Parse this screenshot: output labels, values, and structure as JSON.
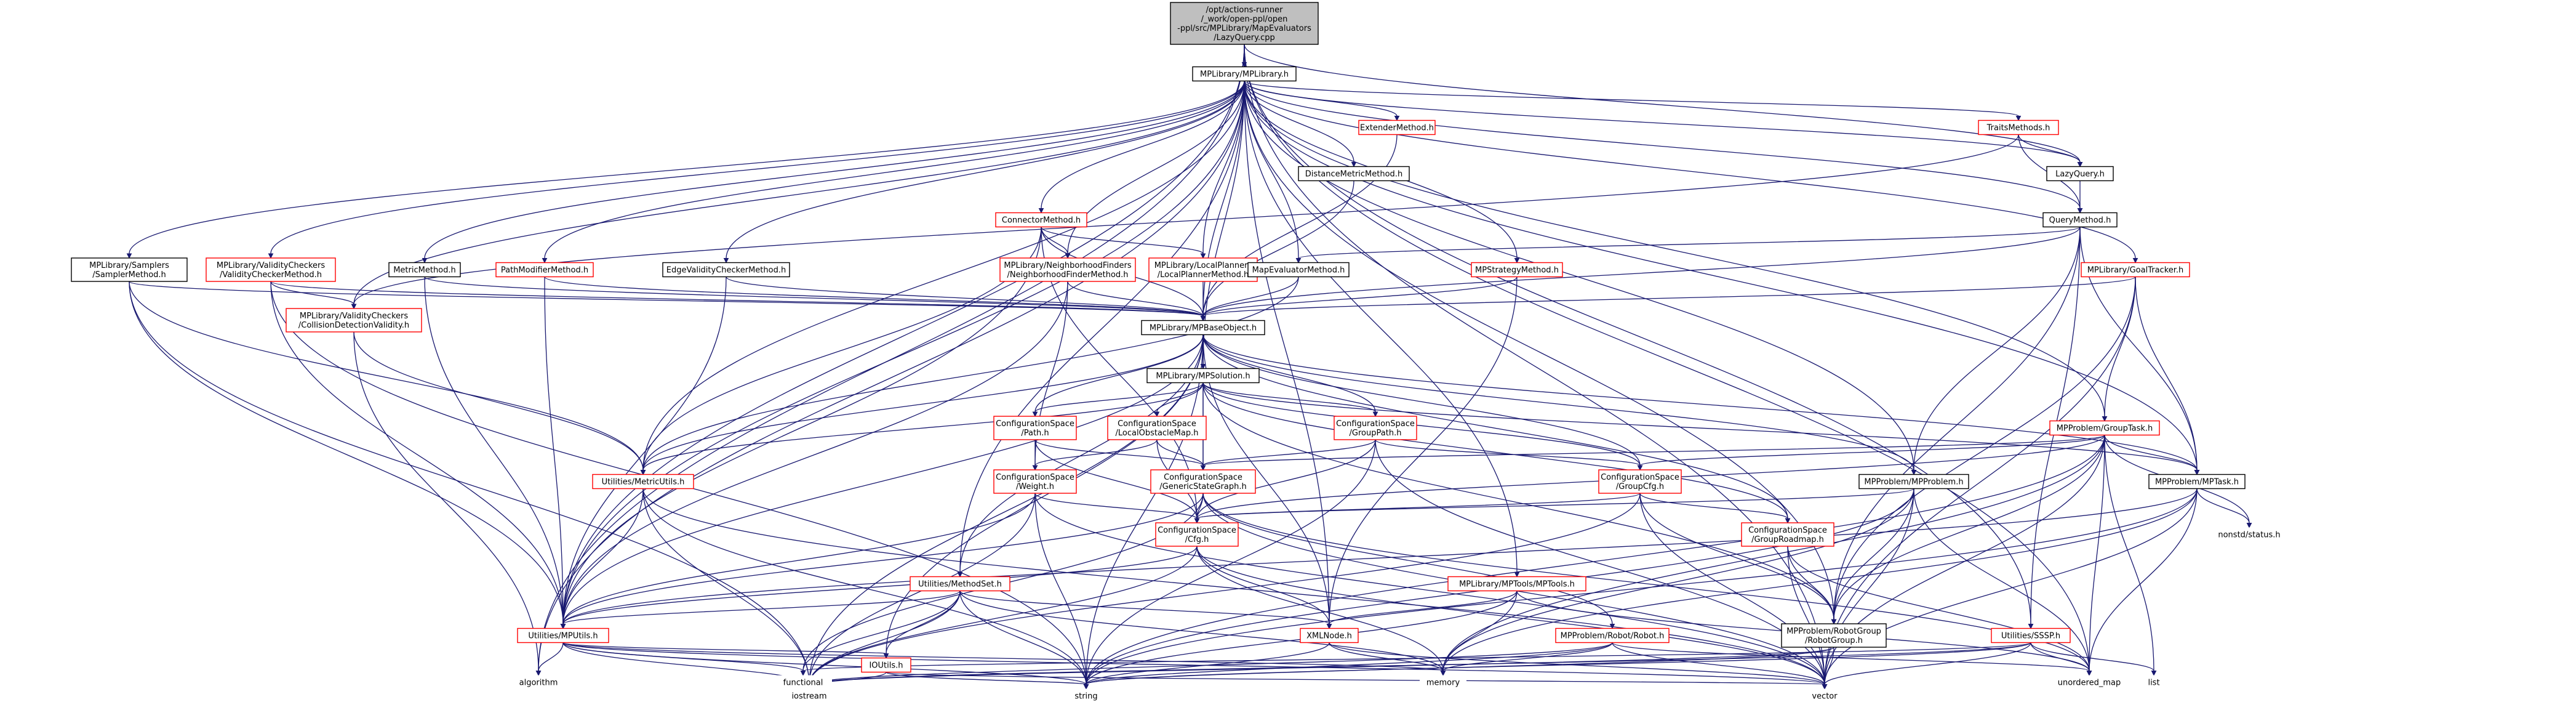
{
  "colors": {
    "edge": "#191970",
    "box_linked": "#000000",
    "box_missing": "#ff0000",
    "root_fill": "#bfbfbf",
    "background": "#ffffff"
  },
  "nodes": [
    {
      "id": "root",
      "style": "root",
      "lines": [
        "/opt/actions-runner",
        "/_work/open-ppl/open",
        "-ppl/src/MPLibrary/MapEvaluators",
        "/LazyQuery.cpp"
      ]
    },
    {
      "id": "mplibrary",
      "style": "black",
      "lines": [
        "MPLibrary/MPLibrary.h"
      ]
    },
    {
      "id": "extender",
      "style": "red",
      "lines": [
        "ExtenderMethod.h"
      ]
    },
    {
      "id": "traits",
      "style": "red",
      "lines": [
        "TraitsMethods.h"
      ]
    },
    {
      "id": "distmetric",
      "style": "black",
      "lines": [
        "DistanceMetricMethod.h"
      ]
    },
    {
      "id": "lazyquery",
      "style": "black",
      "lines": [
        "LazyQuery.h"
      ]
    },
    {
      "id": "connector",
      "style": "red",
      "lines": [
        "ConnectorMethod.h"
      ]
    },
    {
      "id": "querymethod",
      "style": "black",
      "lines": [
        "QueryMethod.h"
      ]
    },
    {
      "id": "samplers",
      "style": "black",
      "lines": [
        "MPLibrary/Samplers",
        "/SamplerMethod.h"
      ]
    },
    {
      "id": "valcheckers",
      "style": "red",
      "lines": [
        "MPLibrary/ValidityCheckers",
        "/ValidityCheckerMethod.h"
      ]
    },
    {
      "id": "metricmethod",
      "style": "black",
      "lines": [
        "MetricMethod.h"
      ]
    },
    {
      "id": "pathmodifier",
      "style": "red",
      "lines": [
        "PathModifierMethod.h"
      ]
    },
    {
      "id": "edgevalidity",
      "style": "black",
      "lines": [
        "EdgeValidityCheckerMethod.h"
      ]
    },
    {
      "id": "nfinders",
      "style": "red",
      "lines": [
        "MPLibrary/NeighborhoodFinders",
        "/NeighborhoodFinderMethod.h"
      ]
    },
    {
      "id": "localplanners",
      "style": "red",
      "lines": [
        "MPLibrary/LocalPlanners",
        "/LocalPlannerMethod.h"
      ]
    },
    {
      "id": "mapevaluator",
      "style": "black",
      "lines": [
        "MapEvaluatorMethod.h"
      ]
    },
    {
      "id": "mpstrategy",
      "style": "red",
      "lines": [
        "MPStrategyMethod.h"
      ]
    },
    {
      "id": "goaltracker",
      "style": "red",
      "lines": [
        "MPLibrary/GoalTracker.h"
      ]
    },
    {
      "id": "collision",
      "style": "red",
      "lines": [
        "MPLibrary/ValidityCheckers",
        "/CollisionDetectionValidity.h"
      ]
    },
    {
      "id": "mpbase",
      "style": "black",
      "lines": [
        "MPLibrary/MPBaseObject.h"
      ]
    },
    {
      "id": "mpsolution",
      "style": "black",
      "lines": [
        "MPLibrary/MPSolution.h"
      ]
    },
    {
      "id": "cspath",
      "style": "red",
      "lines": [
        "ConfigurationSpace",
        "/Path.h"
      ]
    },
    {
      "id": "cslocalobs",
      "style": "red",
      "lines": [
        "ConfigurationSpace",
        "/LocalObstacleMap.h"
      ]
    },
    {
      "id": "csgrouppath",
      "style": "red",
      "lines": [
        "ConfigurationSpace",
        "/GroupPath.h"
      ]
    },
    {
      "id": "grouptask",
      "style": "red",
      "lines": [
        "MPProblem/GroupTask.h"
      ]
    },
    {
      "id": "metricutils",
      "style": "red",
      "lines": [
        "Utilities/MetricUtils.h"
      ]
    },
    {
      "id": "csweight",
      "style": "red",
      "lines": [
        "ConfigurationSpace",
        "/Weight.h"
      ]
    },
    {
      "id": "csgeneric",
      "style": "red",
      "lines": [
        "ConfigurationSpace",
        "/GenericStateGraph.h"
      ]
    },
    {
      "id": "csgroupcfg",
      "style": "red",
      "lines": [
        "ConfigurationSpace",
        "/GroupCfg.h"
      ]
    },
    {
      "id": "mpproblem",
      "style": "black",
      "lines": [
        "MPProblem/MPProblem.h"
      ]
    },
    {
      "id": "mptask",
      "style": "black",
      "lines": [
        "MPProblem/MPTask.h"
      ]
    },
    {
      "id": "nonstd",
      "style": "none",
      "lines": [
        "nonstd/status.h"
      ]
    },
    {
      "id": "csgrouproadmap",
      "style": "red",
      "lines": [
        "ConfigurationSpace",
        "/GroupRoadmap.h"
      ]
    },
    {
      "id": "methodset",
      "style": "red",
      "lines": [
        "Utilities/MethodSet.h"
      ]
    },
    {
      "id": "cscfg",
      "style": "red",
      "lines": [
        "ConfigurationSpace",
        "/Cfg.h"
      ]
    },
    {
      "id": "mptools",
      "style": "red",
      "lines": [
        "MPLibrary/MPTools/MPTools.h"
      ]
    },
    {
      "id": "mputils",
      "style": "red",
      "lines": [
        "Utilities/MPUtils.h"
      ]
    },
    {
      "id": "xmlnode",
      "style": "red",
      "lines": [
        "XMLNode.h"
      ]
    },
    {
      "id": "robot",
      "style": "red",
      "lines": [
        "MPProblem/Robot/Robot.h"
      ]
    },
    {
      "id": "robotgroup",
      "style": "black",
      "lines": [
        "MPProblem/RobotGroup",
        "/RobotGroup.h"
      ]
    },
    {
      "id": "ssspp",
      "style": "red",
      "lines": [
        "Utilities/SSSP.h"
      ]
    },
    {
      "id": "algorithm",
      "style": "none",
      "lines": [
        "algorithm"
      ]
    },
    {
      "id": "functional",
      "style": "none",
      "lines": [
        "functional"
      ]
    },
    {
      "id": "ioutils",
      "style": "red",
      "lines": [
        "IOUtils.h"
      ]
    },
    {
      "id": "memory",
      "style": "none",
      "lines": [
        "memory"
      ]
    },
    {
      "id": "unordered_map",
      "style": "none",
      "lines": [
        "unordered_map"
      ]
    },
    {
      "id": "list",
      "style": "none",
      "lines": [
        "list"
      ]
    },
    {
      "id": "iostream",
      "style": "none",
      "lines": [
        "iostream"
      ]
    },
    {
      "id": "string",
      "style": "none",
      "lines": [
        "string"
      ]
    },
    {
      "id": "vector",
      "style": "none",
      "lines": [
        "vector"
      ]
    }
  ],
  "edges": [
    [
      "root",
      "mplibrary"
    ],
    [
      "root",
      "lazyquery"
    ],
    [
      "root",
      "mputils"
    ],
    [
      "root",
      "algorithm"
    ],
    [
      "root",
      "unordered_map"
    ],
    [
      "root",
      "ssspp"
    ],
    [
      "root",
      "vector"
    ],
    [
      "mplibrary",
      "extender"
    ],
    [
      "mplibrary",
      "traits"
    ],
    [
      "mplibrary",
      "distmetric"
    ],
    [
      "mplibrary",
      "lazyquery"
    ],
    [
      "mplibrary",
      "connector"
    ],
    [
      "mplibrary",
      "samplers"
    ],
    [
      "mplibrary",
      "valcheckers"
    ],
    [
      "mplibrary",
      "metricmethod"
    ],
    [
      "mplibrary",
      "pathmodifier"
    ],
    [
      "mplibrary",
      "edgevalidity"
    ],
    [
      "mplibrary",
      "nfinders"
    ],
    [
      "mplibrary",
      "localplanners"
    ],
    [
      "mplibrary",
      "mapevaluator"
    ],
    [
      "mplibrary",
      "mpstrategy"
    ],
    [
      "mplibrary",
      "goaltracker"
    ],
    [
      "mplibrary",
      "collision"
    ],
    [
      "mplibrary",
      "mpbase"
    ],
    [
      "mplibrary",
      "mpsolution"
    ],
    [
      "mplibrary",
      "grouptask"
    ],
    [
      "mplibrary",
      "metricutils"
    ],
    [
      "mplibrary",
      "mpproblem"
    ],
    [
      "mplibrary",
      "mptask"
    ],
    [
      "mplibrary",
      "methodset"
    ],
    [
      "mplibrary",
      "mptools"
    ],
    [
      "mplibrary",
      "mputils"
    ],
    [
      "mplibrary",
      "xmlnode"
    ],
    [
      "mplibrary",
      "robotgroup"
    ],
    [
      "mplibrary",
      "algorithm"
    ],
    [
      "mplibrary",
      "querymethod"
    ],
    [
      "extender",
      "mpbase"
    ],
    [
      "distmetric",
      "mpbase"
    ],
    [
      "traits",
      "lazyquery"
    ],
    [
      "traits",
      "querymethod"
    ],
    [
      "traits",
      "collision"
    ],
    [
      "lazyquery",
      "querymethod"
    ],
    [
      "querymethod",
      "mapevaluator"
    ],
    [
      "querymethod",
      "mpbase"
    ],
    [
      "querymethod",
      "mpproblem"
    ],
    [
      "querymethod",
      "mptask"
    ],
    [
      "querymethod",
      "ssspp"
    ],
    [
      "querymethod",
      "robotgroup"
    ],
    [
      "connector",
      "mpbase"
    ],
    [
      "connector",
      "localplanners"
    ],
    [
      "connector",
      "nfinders"
    ],
    [
      "connector",
      "cscfg"
    ],
    [
      "connector",
      "metricutils"
    ],
    [
      "connector",
      "mputils"
    ],
    [
      "samplers",
      "mpbase"
    ],
    [
      "samplers",
      "metricutils"
    ],
    [
      "samplers",
      "mputils"
    ],
    [
      "samplers",
      "iostream"
    ],
    [
      "valcheckers",
      "mpbase"
    ],
    [
      "valcheckers",
      "collision"
    ],
    [
      "valcheckers",
      "mputils"
    ],
    [
      "valcheckers",
      "string"
    ],
    [
      "metricmethod",
      "mpbase"
    ],
    [
      "metricmethod",
      "mputils"
    ],
    [
      "pathmodifier",
      "mpbase"
    ],
    [
      "pathmodifier",
      "mputils"
    ],
    [
      "edgevalidity",
      "mpbase"
    ],
    [
      "edgevalidity",
      "mputils"
    ],
    [
      "nfinders",
      "mpbase"
    ],
    [
      "nfinders",
      "csweight"
    ],
    [
      "nfinders",
      "mputils"
    ],
    [
      "localplanners",
      "mpbase"
    ],
    [
      "mapevaluator",
      "mpbase"
    ],
    [
      "mapevaluator",
      "metricutils"
    ],
    [
      "mpstrategy",
      "mpbase"
    ],
    [
      "mpstrategy",
      "xmlnode"
    ],
    [
      "goaltracker",
      "mpbase"
    ],
    [
      "goaltracker",
      "grouptask"
    ],
    [
      "goaltracker",
      "mptask"
    ],
    [
      "goaltracker",
      "robotgroup"
    ],
    [
      "goaltracker",
      "vector"
    ],
    [
      "collision",
      "metricutils"
    ],
    [
      "collision",
      "algorithm"
    ],
    [
      "mpbase",
      "mpsolution"
    ],
    [
      "mpbase",
      "cspath"
    ],
    [
      "mpbase",
      "csgrouppath"
    ],
    [
      "mpbase",
      "csgeneric"
    ],
    [
      "mpbase",
      "csgroupcfg"
    ],
    [
      "mpbase",
      "metricutils"
    ],
    [
      "mpbase",
      "mpproblem"
    ],
    [
      "mpbase",
      "mptask"
    ],
    [
      "mpbase",
      "csgrouproadmap"
    ],
    [
      "mpbase",
      "methodset"
    ],
    [
      "mpbase",
      "mputils"
    ],
    [
      "mpbase",
      "xmlnode"
    ],
    [
      "mpbase",
      "ioutils"
    ],
    [
      "mpbase",
      "string"
    ],
    [
      "mpbase",
      "iostream"
    ],
    [
      "mpsolution",
      "cspath"
    ],
    [
      "mpsolution",
      "cslocalobs"
    ],
    [
      "mpsolution",
      "csgrouppath"
    ],
    [
      "mpsolution",
      "csgeneric"
    ],
    [
      "mpsolution",
      "csgroupcfg"
    ],
    [
      "mpsolution",
      "csgrouproadmap"
    ],
    [
      "mpsolution",
      "metricutils"
    ],
    [
      "mpsolution",
      "robotgroup"
    ],
    [
      "mpsolution",
      "mptask"
    ],
    [
      "cspath",
      "csweight"
    ],
    [
      "cspath",
      "csgeneric"
    ],
    [
      "cspath",
      "cscfg"
    ],
    [
      "cslocalobs",
      "csweight"
    ],
    [
      "cslocalobs",
      "csgeneric"
    ],
    [
      "cslocalobs",
      "cscfg"
    ],
    [
      "csgrouppath",
      "csgeneric"
    ],
    [
      "csgrouppath",
      "csgroupcfg"
    ],
    [
      "csgrouppath",
      "cscfg"
    ],
    [
      "csgrouppath",
      "string"
    ],
    [
      "csgrouppath",
      "vector"
    ],
    [
      "grouptask",
      "mptask"
    ],
    [
      "grouptask",
      "csgroupcfg"
    ],
    [
      "grouptask",
      "csgeneric"
    ],
    [
      "grouptask",
      "cscfg"
    ],
    [
      "grouptask",
      "nonstd"
    ],
    [
      "grouptask",
      "robotgroup"
    ],
    [
      "grouptask",
      "memory"
    ],
    [
      "grouptask",
      "unordered_map"
    ],
    [
      "grouptask",
      "list"
    ],
    [
      "grouptask",
      "string"
    ],
    [
      "grouptask",
      "vector"
    ],
    [
      "metricutils",
      "mputils"
    ],
    [
      "metricutils",
      "iostream"
    ],
    [
      "metricutils",
      "string"
    ],
    [
      "metricutils",
      "vector"
    ],
    [
      "csweight",
      "cscfg"
    ],
    [
      "csweight",
      "mputils"
    ],
    [
      "csweight",
      "string"
    ],
    [
      "csweight",
      "iostream"
    ],
    [
      "csweight",
      "vector"
    ],
    [
      "csgeneric",
      "cscfg"
    ],
    [
      "csgeneric",
      "mputils"
    ],
    [
      "csgeneric",
      "robot"
    ],
    [
      "csgeneric",
      "unordered_map"
    ],
    [
      "csgeneric",
      "functional"
    ],
    [
      "csgeneric",
      "vector"
    ],
    [
      "csgroupcfg",
      "cscfg"
    ],
    [
      "csgroupcfg",
      "csgrouproadmap"
    ],
    [
      "csgroupcfg",
      "robotgroup"
    ],
    [
      "csgroupcfg",
      "iostream"
    ],
    [
      "csgroupcfg",
      "vector"
    ],
    [
      "mpproblem",
      "cscfg"
    ],
    [
      "mpproblem",
      "robotgroup"
    ],
    [
      "mpproblem",
      "memory"
    ],
    [
      "mpproblem",
      "string"
    ],
    [
      "mpproblem",
      "unordered_map"
    ],
    [
      "mpproblem",
      "vector"
    ],
    [
      "mptask",
      "mputils"
    ],
    [
      "mptask",
      "nonstd"
    ],
    [
      "mptask",
      "memory"
    ],
    [
      "mptask",
      "unordered_map"
    ],
    [
      "mptask",
      "string"
    ],
    [
      "mptask",
      "vector"
    ],
    [
      "csgrouproadmap",
      "robotgroup"
    ],
    [
      "csgrouproadmap",
      "unordered_map"
    ],
    [
      "csgrouproadmap",
      "vector"
    ],
    [
      "methodset",
      "mputils"
    ],
    [
      "methodset",
      "ioutils"
    ],
    [
      "methodset",
      "xmlnode"
    ],
    [
      "methodset",
      "iostream"
    ],
    [
      "methodset",
      "string"
    ],
    [
      "methodset",
      "memory"
    ],
    [
      "methodset",
      "functional"
    ],
    [
      "cscfg",
      "xmlnode"
    ],
    [
      "cscfg",
      "mputils"
    ],
    [
      "cscfg",
      "iostream"
    ],
    [
      "cscfg",
      "memory"
    ],
    [
      "cscfg",
      "vector"
    ],
    [
      "mptools",
      "xmlnode"
    ],
    [
      "mptools",
      "memory"
    ],
    [
      "mptools",
      "string"
    ],
    [
      "mptools",
      "unordered_map"
    ],
    [
      "mputils",
      "algorithm"
    ],
    [
      "mputils",
      "functional"
    ],
    [
      "mputils",
      "ioutils"
    ],
    [
      "mputils",
      "memory"
    ],
    [
      "mputils",
      "iostream"
    ],
    [
      "mputils",
      "string"
    ],
    [
      "mputils",
      "vector"
    ],
    [
      "xmlnode",
      "memory"
    ],
    [
      "xmlnode",
      "string"
    ],
    [
      "xmlnode",
      "vector"
    ],
    [
      "robot",
      "memory"
    ],
    [
      "robot",
      "string"
    ],
    [
      "robot",
      "unordered_map"
    ],
    [
      "robot",
      "vector"
    ],
    [
      "robot",
      "iostream"
    ],
    [
      "robotgroup",
      "iostream"
    ],
    [
      "robotgroup",
      "string"
    ],
    [
      "robotgroup",
      "vector"
    ],
    [
      "ssspp",
      "functional"
    ],
    [
      "ssspp",
      "unordered_map"
    ],
    [
      "ssspp",
      "list"
    ],
    [
      "ssspp",
      "vector"
    ],
    [
      "ssspp",
      "iostream"
    ],
    [
      "ssspp",
      "string"
    ],
    [
      "ioutils",
      "iostream"
    ],
    [
      "ioutils",
      "string"
    ],
    [
      "ioutils",
      "vector"
    ]
  ]
}
